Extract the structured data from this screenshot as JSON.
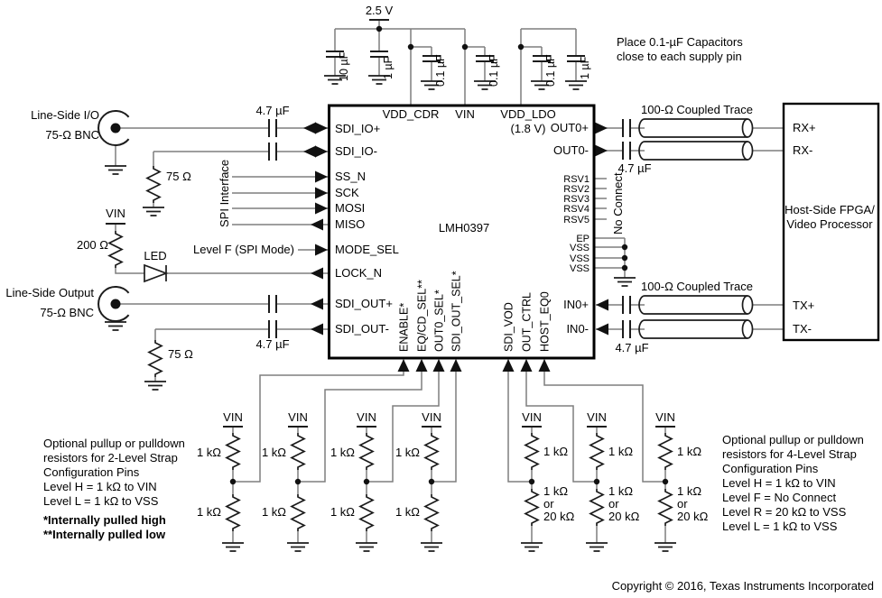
{
  "chip": {
    "name": "LMH0397",
    "left_pins": [
      "SDI_IO+",
      "SDI_IO-",
      "SS_N",
      "SCK",
      "MOSI",
      "MISO",
      "MODE_SEL",
      "LOCK_N",
      "SDI_OUT+",
      "SDI_OUT-"
    ],
    "top_pins": [
      "VDD_CDR",
      "VIN",
      "VDD_LDO"
    ],
    "ldo_voltage": "(1.8 V)",
    "right_pins": [
      "OUT0+",
      "OUT0-",
      "RSV1",
      "RSV2",
      "RSV3",
      "RSV4",
      "RSV5",
      "EP",
      "VSS",
      "VSS",
      "VSS",
      "IN0+",
      "IN0-"
    ],
    "bottom_pins": [
      "ENABLE*",
      "EQ/CD_SEL**",
      "OUT0_SEL*",
      "SDI_OUT_SEL*",
      "SDI_VOD",
      "OUT_CTRL",
      "HOST_EQ0"
    ]
  },
  "host_box": {
    "title_line1": "Host-Side FPGA/",
    "title_line2": "Video Processor",
    "pins": [
      "RX+",
      "RX-",
      "TX+",
      "TX-"
    ]
  },
  "supply": {
    "voltage": "2.5 V",
    "note_line1": "Place 0.1-µF Capacitors",
    "note_line2": "close to each supply pin"
  },
  "values": {
    "c10": "10 µF",
    "c1": "1 µF",
    "c01": "0.1 µF",
    "c47": "4.7 µF",
    "r75": "75 Ω",
    "r200": "200 Ω",
    "r1k": "1 kΩ",
    "r20k": "20 kΩ",
    "or": "or",
    "vin": "VIN"
  },
  "labels": {
    "line_side_io": "Line-Side I/O",
    "line_side_output": "Line-Side Output",
    "bnc": "75-Ω BNC",
    "spi_interface": "SPI Interface",
    "level_f": "Level F (SPI Mode)",
    "led": "LED",
    "no_connect": "No Connect",
    "coupled_trace": "100-Ω Coupled Trace"
  },
  "notes_left": {
    "lines": [
      "Optional pullup or pulldown",
      "resistors for 2-Level Strap",
      "Configuration Pins",
      "Level H = 1 kΩ to VIN",
      "Level L = 1 kΩ to VSS"
    ],
    "bold_lines": [
      "*Internally pulled high",
      "**Internally pulled low"
    ]
  },
  "notes_right": {
    "lines": [
      "Optional pullup or pulldown",
      "resistors for 4-Level Strap",
      "Configuration Pins",
      "Level H = 1 kΩ to VIN",
      "Level F = No Connect",
      "Level R = 20 kΩ to VSS",
      "Level L = 1 kΩ to VSS"
    ]
  },
  "copyright": "Copyright © 2016, Texas Instruments Incorporated"
}
